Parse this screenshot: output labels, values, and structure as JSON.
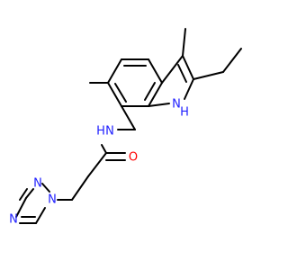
{
  "structure": {
    "labels": {
      "indole_nh": "H",
      "indole_n": "N",
      "amide_nh": "H",
      "amide_n": "N",
      "carbonyl_o": "O",
      "triazole_n1": "N",
      "triazole_n2": "N",
      "triazole_n4": "N"
    }
  },
  "colors": {
    "nitrogen": "#2020ff",
    "oxygen": "#ff0000",
    "bond": "#000000"
  }
}
